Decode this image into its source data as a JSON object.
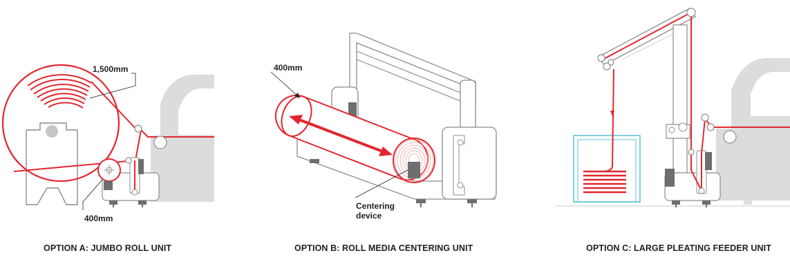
{
  "panels": [
    {
      "caption": "OPTION A: JUMBO ROLL UNIT",
      "labels": {
        "large_diameter": "1,500mm",
        "small_diameter": "400mm"
      }
    },
    {
      "caption": "OPTION B: ROLL MEDIA CENTERING UNIT",
      "labels": {
        "roll_diameter": "400mm",
        "centering_line1": "Centering",
        "centering_line2": "device"
      }
    },
    {
      "caption": "OPTION C: LARGE PLEATING FEEDER UNIT",
      "labels": {}
    }
  ],
  "colors": {
    "media": "#e3262f",
    "outline": "#8c8c8c",
    "machine": "#d9d9d9",
    "dark": "#6d6e70",
    "bin": "#5bc0d6",
    "text": "#231f20"
  }
}
